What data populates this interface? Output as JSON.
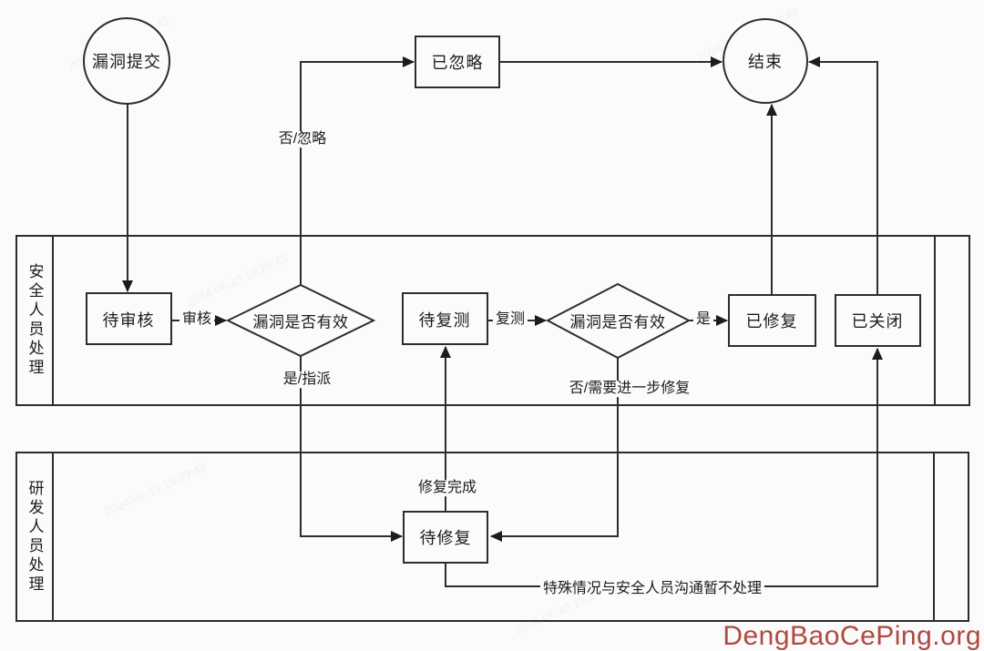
{
  "page": {
    "background": "#fbfbfb",
    "line_color": "#2d2d2d",
    "text_color": "#1c1c1c"
  },
  "lanes": [
    {
      "title": "安全人员处理"
    },
    {
      "title": "研发人员处理"
    }
  ],
  "nodes": {
    "start": {
      "label": "漏洞提交",
      "shape": "circle"
    },
    "ignored": {
      "label": "已忽略",
      "shape": "rect"
    },
    "end": {
      "label": "结束",
      "shape": "circle"
    },
    "pending_review": {
      "label": "待审核",
      "shape": "rect"
    },
    "decision_valid_1": {
      "label": "漏洞是否有效",
      "shape": "diamond"
    },
    "pending_retest": {
      "label": "待复测",
      "shape": "rect"
    },
    "decision_valid_2": {
      "label": "漏洞是否有效",
      "shape": "diamond"
    },
    "fixed": {
      "label": "已修复",
      "shape": "rect"
    },
    "closed": {
      "label": "已关闭",
      "shape": "rect"
    },
    "pending_fix": {
      "label": "待修复",
      "shape": "rect"
    }
  },
  "edge_labels": {
    "review": "审核",
    "no_ignore": "否/忽略",
    "yes_assign": "是/指派",
    "retest": "复测",
    "yes": "是",
    "no_need_further_fix": "否/需要进一步修复",
    "fix_done": "修复完成",
    "special_case": "特殊情况与安全人员沟通暂不处理"
  },
  "watermark": {
    "brand": "DengBaoCePing.org",
    "brand_color": "#b0493f",
    "faint_text": "2024-06-13 19:29:43"
  }
}
